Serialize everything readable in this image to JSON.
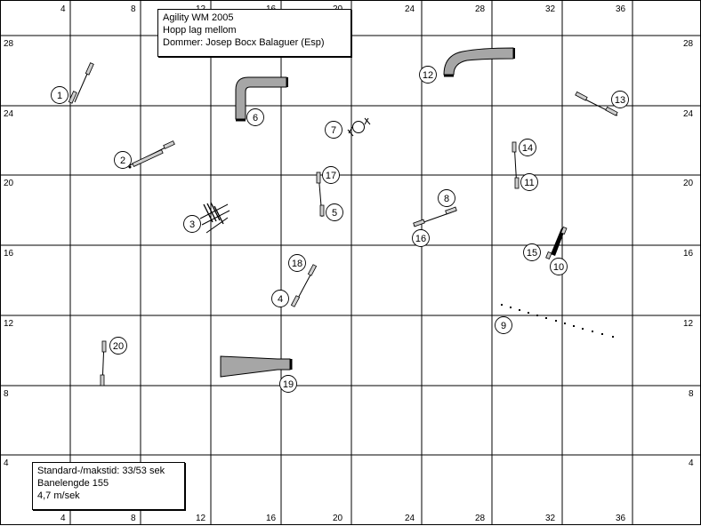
{
  "title_box": {
    "line1": "Agility WM 2005",
    "line2": "Hopp lag mellom",
    "line3": "Dommer: Josep Bocx Balaguer (Esp)"
  },
  "info_box": {
    "line1": "Standard-/makstid: 33/53 sek",
    "line2": "Banelengde 155",
    "line3": "4,7 m/sek"
  },
  "axis": {
    "top_labels": [
      "4",
      "8",
      "12",
      "16",
      "20",
      "24",
      "28",
      "32",
      "36"
    ],
    "bottom_labels": [
      "4",
      "8",
      "12",
      "16",
      "20",
      "24",
      "28",
      "32",
      "36"
    ],
    "left_labels": [
      "28",
      "24",
      "20",
      "16",
      "12",
      "8",
      "4"
    ],
    "right_labels": [
      "28",
      "24",
      "20",
      "16",
      "12",
      "8",
      "4"
    ]
  },
  "obstacles": [
    {
      "n": "1"
    },
    {
      "n": "2"
    },
    {
      "n": "3"
    },
    {
      "n": "4"
    },
    {
      "n": "5"
    },
    {
      "n": "6"
    },
    {
      "n": "7"
    },
    {
      "n": "8"
    },
    {
      "n": "9"
    },
    {
      "n": "10"
    },
    {
      "n": "11"
    },
    {
      "n": "12"
    },
    {
      "n": "13"
    },
    {
      "n": "14"
    },
    {
      "n": "15"
    },
    {
      "n": "16"
    },
    {
      "n": "17"
    },
    {
      "n": "18"
    },
    {
      "n": "19"
    },
    {
      "n": "20"
    }
  ],
  "colors": {
    "grid": "#000000",
    "tunnel_fill": "#a6a6a6",
    "bar_fill": "#cfcfcf"
  }
}
